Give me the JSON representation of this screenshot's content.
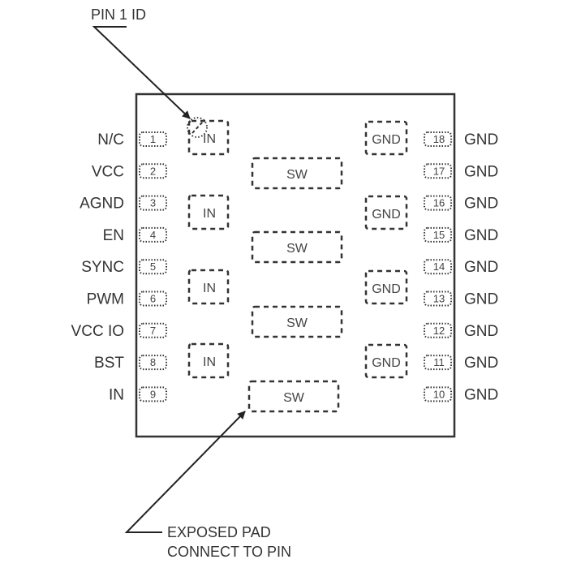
{
  "diagram": {
    "type": "IC pinout (top view, package outline)",
    "callouts": {
      "pin1_id": "PIN 1 ID",
      "exposed_pad_line1": "EXPOSED PAD",
      "exposed_pad_line2": "CONNECT TO PIN"
    },
    "left_pins": [
      {
        "number": "1",
        "name": "N/C"
      },
      {
        "number": "2",
        "name": "VCC"
      },
      {
        "number": "3",
        "name": "AGND"
      },
      {
        "number": "4",
        "name": "EN"
      },
      {
        "number": "5",
        "name": "SYNC"
      },
      {
        "number": "6",
        "name": "PWM"
      },
      {
        "number": "7",
        "name": "VCC IO"
      },
      {
        "number": "8",
        "name": "BST"
      },
      {
        "number": "9",
        "name": "IN"
      }
    ],
    "right_pins": [
      {
        "number": "18",
        "name": "GND"
      },
      {
        "number": "17",
        "name": "GND"
      },
      {
        "number": "16",
        "name": "GND"
      },
      {
        "number": "15",
        "name": "GND"
      },
      {
        "number": "14",
        "name": "GND"
      },
      {
        "number": "13",
        "name": "GND"
      },
      {
        "number": "12",
        "name": "GND"
      },
      {
        "number": "11",
        "name": "GND"
      },
      {
        "number": "10",
        "name": "GND"
      }
    ],
    "in_pads": [
      "IN",
      "IN",
      "IN",
      "IN"
    ],
    "sw_pads": [
      "SW",
      "SW",
      "SW",
      "SW"
    ],
    "gnd_pads": [
      "GND",
      "GND",
      "GND",
      "GND"
    ],
    "colors": {
      "outline": "#333333",
      "text": "#333333",
      "background": "#ffffff"
    }
  }
}
